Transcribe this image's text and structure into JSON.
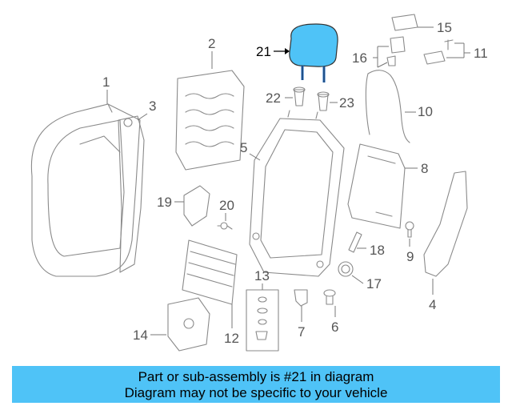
{
  "diagram": {
    "highlight_color": "#4fc3f7",
    "highlighted_part": "21",
    "callouts": {
      "c1": "1",
      "c2": "2",
      "c3": "3",
      "c4": "4",
      "c5": "5",
      "c6": "6",
      "c7": "7",
      "c8": "8",
      "c9": "9",
      "c10": "10",
      "c11": "11",
      "c12": "12",
      "c13": "13",
      "c14": "14",
      "c15": "15",
      "c16": "16",
      "c17": "17",
      "c18": "18",
      "c19": "19",
      "c20": "20",
      "c21": "21",
      "c22": "22",
      "c23": "23"
    }
  },
  "banner": {
    "background": "#4fc3f7",
    "line1": "Part or sub-assembly is #21 in diagram",
    "line2": "Diagram may not be specific to your vehicle"
  }
}
